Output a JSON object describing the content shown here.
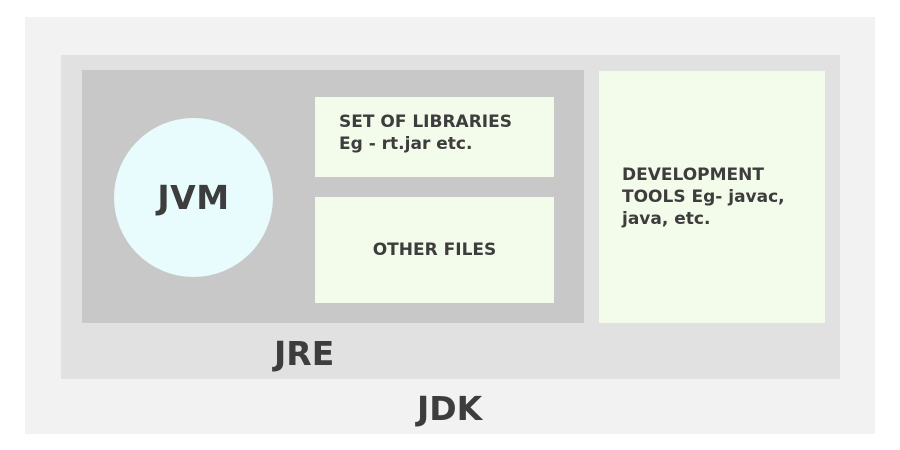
{
  "jdk": {
    "label": "JDK"
  },
  "jre": {
    "label": "JRE"
  },
  "jvm": {
    "label": "JVM"
  },
  "libraries": {
    "line1": "SET OF LIBRARIES",
    "line2": "Eg - rt.jar etc."
  },
  "other_files": {
    "label": "OTHER FILES"
  },
  "dev_tools": {
    "label": "DEVELOPMENT TOOLS Eg- javac, java, etc."
  },
  "colors": {
    "jdk_outer": "#f2f2f2",
    "jdk_band": "#e1e1e1",
    "jre_box": "#c8c8c8",
    "jvm_circle": "#e8fbfd",
    "component_box": "#f3fbea",
    "text": "#3d3d3d"
  }
}
